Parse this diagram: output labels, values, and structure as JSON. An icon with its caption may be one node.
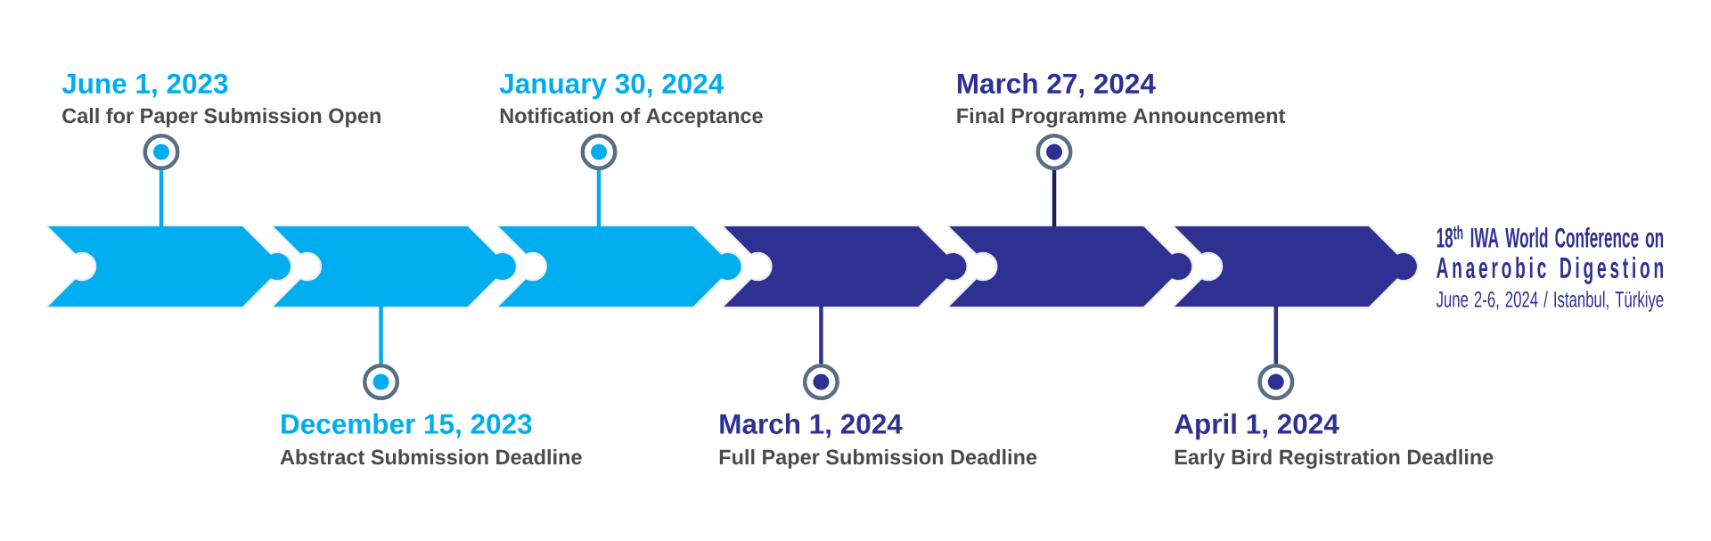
{
  "diagram": {
    "nodes": [
      {
        "text": [],
        "shape": "chevron"
      },
      {
        "text": [],
        "shape": "chevron"
      },
      {
        "text": [],
        "shape": "chevron"
      },
      {
        "text": [],
        "shape": "chevron"
      },
      {
        "text": [],
        "shape": "chevron"
      },
      {
        "text": [],
        "shape": "chevron"
      },
      {
        "text": [],
        "shape": "circle",
        "beside": [
          "June 1, 2023",
          "Call for Paper Submission Open"
        ]
      },
      {
        "text": [],
        "shape": "circle",
        "beside": [
          "December 15, 2023",
          "Abstract Submission Deadline"
        ]
      },
      {
        "text": [],
        "shape": "circle",
        "beside": [
          "January 30, 2024",
          "Notification of Acceptance"
        ]
      },
      {
        "text": [],
        "shape": "circle",
        "beside": [
          "March 1, 2024",
          "Full Paper Submission Deadline"
        ]
      },
      {
        "text": [],
        "shape": "circle",
        "beside": [
          "March 27, 2024",
          "Final Programme Announcement"
        ]
      },
      {
        "text": [],
        "shape": "circle",
        "beside": [
          "April 1, 2024",
          "Early Bird Registration Deadline"
        ]
      }
    ],
    "edges": [
      {
        "from": 0,
        "to": 6,
        "arrow": "none",
        "color": "#00aeef"
      },
      {
        "from": 1,
        "to": 7,
        "arrow": "none",
        "color": "#00aeef"
      },
      {
        "from": 2,
        "to": 8,
        "arrow": "none",
        "color": "#00aeef"
      },
      {
        "from": 3,
        "to": 9,
        "arrow": "none",
        "color": "#2e3192"
      },
      {
        "from": 4,
        "to": 10,
        "arrow": "none",
        "color": "#1e1b5c"
      },
      {
        "from": 5,
        "to": 11,
        "arrow": "none",
        "color": "#2e3192"
      }
    ],
    "labels": [
      "18$^{th}$ IWA World Conference on",
      "Anaerobic Digestion",
      "June 2-6, 2024 / Istanbul, Türkiye"
    ]
  }
}
